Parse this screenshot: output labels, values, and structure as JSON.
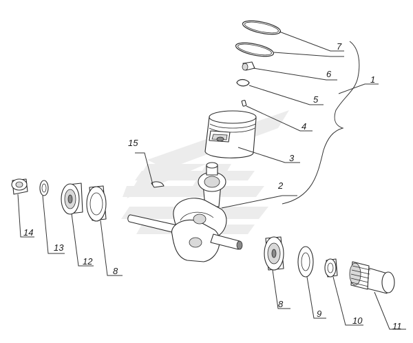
{
  "callouts": [
    {
      "id": "c1",
      "text": "1"
    },
    {
      "id": "c2",
      "text": "2"
    },
    {
      "id": "c3",
      "text": "3"
    },
    {
      "id": "c4",
      "text": "4"
    },
    {
      "id": "c5",
      "text": "5"
    },
    {
      "id": "c6",
      "text": "6"
    },
    {
      "id": "c7",
      "text": "7"
    },
    {
      "id": "c8a",
      "text": "8"
    },
    {
      "id": "c8b",
      "text": "8"
    },
    {
      "id": "c9",
      "text": "9"
    },
    {
      "id": "c10",
      "text": "10"
    },
    {
      "id": "c11",
      "text": "11"
    },
    {
      "id": "c12",
      "text": "12"
    },
    {
      "id": "c13",
      "text": "13"
    },
    {
      "id": "c14",
      "text": "14"
    },
    {
      "id": "c15",
      "text": "15"
    }
  ]
}
